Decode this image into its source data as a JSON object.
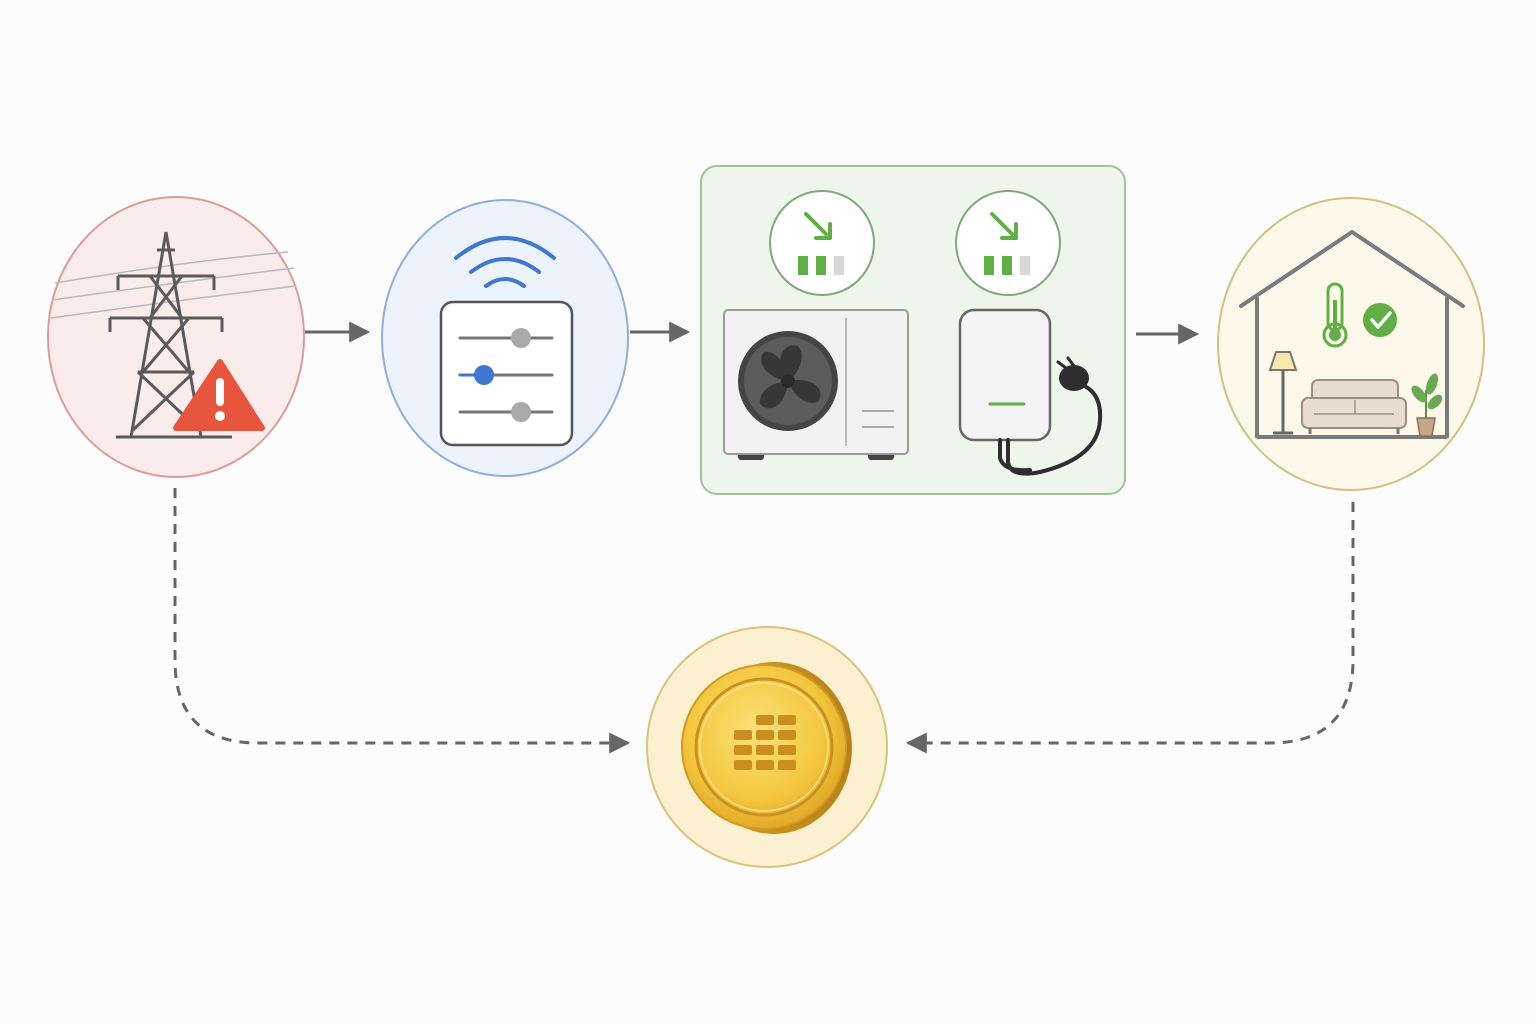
{
  "diagram": {
    "nodes": [
      {
        "id": "grid",
        "icon": "power-tower-icon",
        "badge_icon": "warning-icon",
        "color": "#d9534f"
      },
      {
        "id": "controller",
        "icon": "control-sliders-icon",
        "badge_icon": "wifi-signal-icon",
        "color": "#4a7fd4"
      },
      {
        "id": "devices",
        "icon": "heat-pump-icon",
        "secondary_icon": "ev-charger-icon",
        "indicator_icon": "reduced-load-icon",
        "color": "#6aaa5c"
      },
      {
        "id": "home",
        "icon": "house-icon",
        "badge_icon": "thermometer-check-icon",
        "color": "#c9ad5a"
      },
      {
        "id": "reward",
        "icon": "coin-icon",
        "color": "#d9b340"
      }
    ],
    "edges": [
      {
        "from": "grid",
        "to": "controller",
        "style": "solid"
      },
      {
        "from": "controller",
        "to": "devices",
        "style": "solid"
      },
      {
        "from": "devices",
        "to": "home",
        "style": "solid"
      },
      {
        "from": "grid",
        "to": "reward",
        "style": "dashed"
      },
      {
        "from": "home",
        "to": "reward",
        "style": "dashed"
      }
    ]
  }
}
